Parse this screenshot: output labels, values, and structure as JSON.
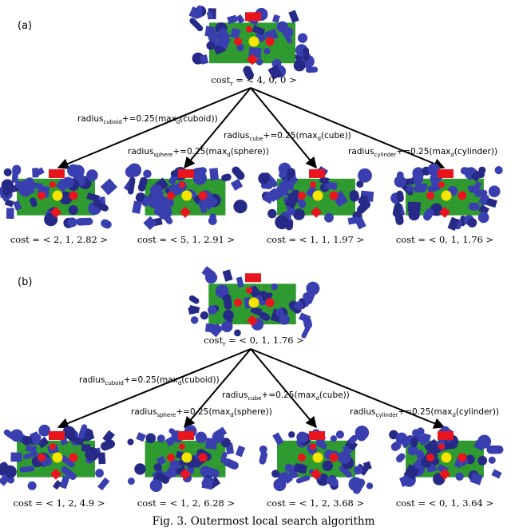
{
  "panels": [
    {
      "label": "(a)",
      "root": {
        "cost_prefix": "cost",
        "cost_sub": "r",
        "cost_value": " = < 4, 0, 0 >"
      },
      "edges": [
        {
          "main": "radius",
          "sub": "cuboid",
          "mid": "+=0.25(max",
          "sub2": "d",
          "tail": "(cuboid))"
        },
        {
          "main": "radius",
          "sub": "sphere",
          "mid": "+=0.25(max",
          "sub2": "d",
          "tail": "(sphere))"
        },
        {
          "main": "radius",
          "sub": "cube",
          "mid": "+=0.25(max",
          "sub2": "d",
          "tail": "(cube))"
        },
        {
          "main": "radius",
          "sub": "cylinder",
          "mid": "+=0.25(max",
          "sub2": "d",
          "tail": "(cylinder))"
        }
      ],
      "children": [
        {
          "cost": "cost = < 2, 1, 2.82 >"
        },
        {
          "cost": "cost = < 5, 1, 2.91 >"
        },
        {
          "cost": "cost = < 1, 1, 1.97 >"
        },
        {
          "cost": "cost = < 0, 1, 1.76 >"
        }
      ]
    },
    {
      "label": "(b)",
      "root": {
        "cost_prefix": "cost",
        "cost_sub": "r",
        "cost_value": " = < 0, 1, 1.76 >"
      },
      "edges": [
        {
          "main": "radius",
          "sub": "cuboid",
          "mid": "+=0.25(max",
          "sub2": "d",
          "tail": "(cuboid))"
        },
        {
          "main": "radius",
          "sub": "sphere",
          "mid": "+=0.25(max",
          "sub2": "d",
          "tail": "(sphere))"
        },
        {
          "main": "radius",
          "sub": "cube",
          "mid": "+=0.25(max",
          "sub2": "d",
          "tail": "(cube))"
        },
        {
          "main": "radius",
          "sub": "cylinder",
          "mid": "+=0.25(max",
          "sub2": "d",
          "tail": "(cylinder))"
        }
      ],
      "children": [
        {
          "cost": "cost = < 1, 2, 4.9 >"
        },
        {
          "cost": "cost = < 1, 2, 6.28 >"
        },
        {
          "cost": "cost = < 1, 2, 3.68 >"
        },
        {
          "cost": "cost = < 0, 1, 3.64 >"
        }
      ]
    }
  ],
  "caption": "Fig. 3.    Outermost local search algorithm",
  "colors": {
    "obstacle": "#3a3fb0",
    "obstacle_dark": "#262a86",
    "table": "#2f9a2f",
    "target": "#f5e400",
    "red": "#e8151e",
    "arrow": "#000000"
  }
}
